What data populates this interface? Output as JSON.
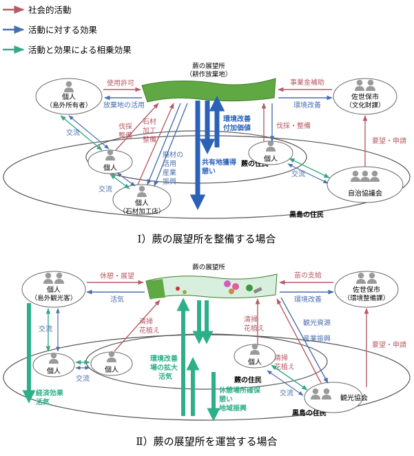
{
  "legend": [
    {
      "text": "社会的活動",
      "color": "#b85a66"
    },
    {
      "text": "活動に対する効果",
      "color": "#4a6fae"
    },
    {
      "text": "活動と効果による相乗効果",
      "color": "#36a88a"
    }
  ],
  "colors": {
    "social": "#b85a66",
    "effect": "#4a6fae",
    "synergy": "#36a88a",
    "strong_blue": "#2a62b8",
    "strong_green": "#2db08a"
  },
  "panel1": {
    "caption": "Ⅰ）蕨の展望所を整備する場合",
    "site_title": "蕨の展望所",
    "site_sub": "（耕作放棄地）",
    "person_outsider": "個人",
    "person_outsider_sub": "（島外所有者）",
    "city": "佐世保市",
    "city_sub": "（文化財課）",
    "person_a": "個人",
    "person_b": "個人",
    "person_b_sub": "（石材加工店）",
    "person_c": "個人",
    "assoc": "自治協議会",
    "warabi_residents": "蕨の住民",
    "kuroshima_residents": "黒島の住民",
    "lbl_use_permit": "使用許可",
    "lbl_abandoned_use": "放棄地の活用",
    "lbl_subsidy": "事業金補助",
    "lbl_env_improve": "環境改善",
    "lbl_request": "要望・申請",
    "lbl_clear1a": "伐採",
    "lbl_clear1b": "整備",
    "lbl_stone1": "石材",
    "lbl_stone2": "加工",
    "lbl_stone3": "整備",
    "lbl_waste1": "廃材の",
    "lbl_waste2": "活用",
    "lbl_waste3": "産業",
    "lbl_waste4": "振興",
    "lbl_env_value1": "環境改善",
    "lbl_env_value2": "付加価値",
    "lbl_common1": "共有地獲得",
    "lbl_common2": "憩い",
    "lbl_clear2": "伐採・整備",
    "lbl_exchange1": "交流",
    "lbl_exchange2": "交流",
    "lbl_exchange3": "交流"
  },
  "panel2": {
    "caption": "Ⅱ）蕨の展望所を運営する場合",
    "site_title": "蕨の展望所",
    "person_outsider": "個人",
    "person_outsider_sub": "（島外観光客）",
    "city": "佐世保市",
    "city_sub": "（環境整備課）",
    "person_a": "個人",
    "person_b": "個人",
    "person_c": "個人",
    "assoc": "観光協会",
    "warabi_residents": "蕨の住民",
    "kuroshima_residents": "黒島の住民",
    "lbl_rest_view": "休憩・展望",
    "lbl_lively": "活気",
    "lbl_seedlings": "苗の支給",
    "lbl_env_improve": "環境改善",
    "lbl_request": "要望・申請",
    "lbl_clean1a": "清掃",
    "lbl_clean1b": "花植え",
    "lbl_clean2a": "清掃",
    "lbl_clean2b": "花植え",
    "lbl_clean3a": "清掃",
    "lbl_clean3b": "花植え",
    "lbl_tourism1": "観光資源",
    "lbl_tourism2": "産業振興",
    "lbl_env1": "環境改善",
    "lbl_env2": "場の拡大",
    "lbl_env3": "活気",
    "lbl_rest1": "休憩場所確保",
    "lbl_rest2": "憩い",
    "lbl_rest3": "地域振興",
    "lbl_econ1": "経済効果",
    "lbl_econ2": "活気",
    "lbl_exchange1": "交流",
    "lbl_exchange2": "交流",
    "lbl_exchange3": "交流"
  }
}
